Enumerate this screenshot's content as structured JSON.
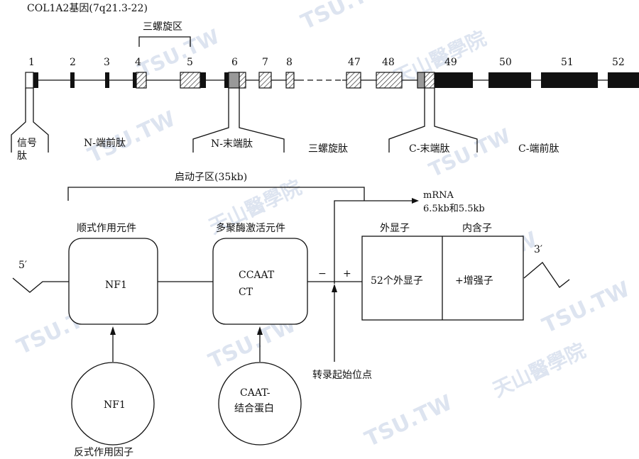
{
  "gene": {
    "title": "COL1A2基因(7q21.3-22)",
    "helix_region_label": "三螺旋区",
    "exon_numbers": [
      "1",
      "2",
      "3",
      "4",
      "5",
      "6",
      "7",
      "8",
      "47",
      "48",
      "49",
      "50",
      "51",
      "52"
    ],
    "domains": {
      "signal_peptide": "信号\n肽",
      "n_propeptide": "N-端前肽",
      "n_telopeptide": "N-末端肽",
      "triple_helix": "三螺旋肽",
      "c_telopeptide": "C-末端肽",
      "c_propeptide": "C-端前肽"
    }
  },
  "promoter": {
    "region_label": "启动子区(35kb)",
    "mrna_label_line1": "mRNA",
    "mrna_label_line2": "6.5kb和5.5kb",
    "five_prime": "5′",
    "three_prime": "3′",
    "cis_element_label": "顺式作用元件",
    "cis_box_text": "NF1",
    "enhancer_label": "多聚酶激活元件",
    "enhancer_text_line1": "CCAAT",
    "enhancer_text_line2": "CT",
    "minus_sign": "−",
    "plus_sign": "+",
    "exon_header": "外显子",
    "intron_header": "内含子",
    "exon_cell": "52个外显子",
    "intron_cell": "+增强子",
    "tss_label": "转录起始位点",
    "trans_factor1": "NF1",
    "trans_factor2_line1": "CAAT-",
    "trans_factor2_line2": "结合蛋白",
    "trans_factor_label": "反式作用因子"
  },
  "watermark": {
    "latin": "TSU.TW",
    "chinese": "天山醫學院"
  }
}
